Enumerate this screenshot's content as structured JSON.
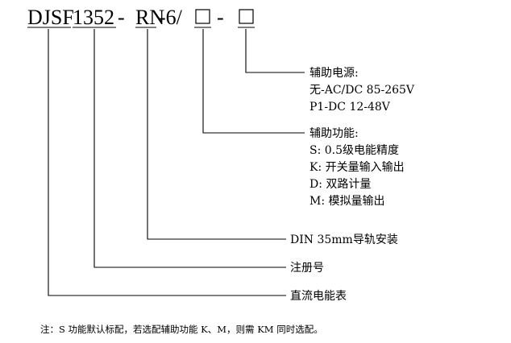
{
  "model": {
    "p1": "DJSF",
    "p2": "1352",
    "p3": "-",
    "p4": "RN",
    "p5": "-6/",
    "p6": "-"
  },
  "aux_power": {
    "title": "辅助电源:",
    "items": [
      "无-AC/DC 85-265V",
      "P1-DC 12-48V"
    ]
  },
  "aux_function": {
    "title": "辅助功能:",
    "items": [
      "S: 0.5级电能精度",
      "K: 开关量输入输出",
      "D: 双路计量",
      "M: 模拟量输出"
    ]
  },
  "mounting": "DIN 35mm导轨安装",
  "reg_no": "注册号",
  "product": "直流电能表",
  "note": "注：S 功能默认标配，若选配辅助功能 K、M，则需 KM 同时选配。"
}
